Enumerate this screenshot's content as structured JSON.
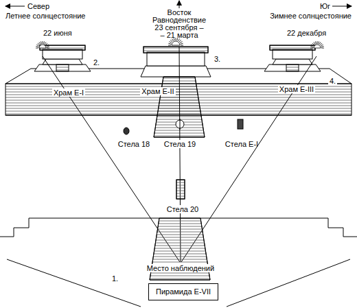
{
  "diagram": {
    "nodes": [
      {
        "text": [
          "Пирамида E-VII"
        ]
      }
    ],
    "labels": [
      "Север",
      "Летнее солнцестояние",
      "Восток",
      "Равноденствие",
      "23 сентября –",
      "– 21 марта",
      "Юг",
      "Зимнее солнцестояние",
      "22 июня",
      "22 декабря",
      "2.",
      "3.",
      "4.",
      "Храм E-I",
      "Храм E-II",
      "Храм E-III",
      "Стела 18",
      "Стела 19",
      "Стела E-I",
      "Стела 20",
      "Место наблюдений",
      "1."
    ]
  }
}
